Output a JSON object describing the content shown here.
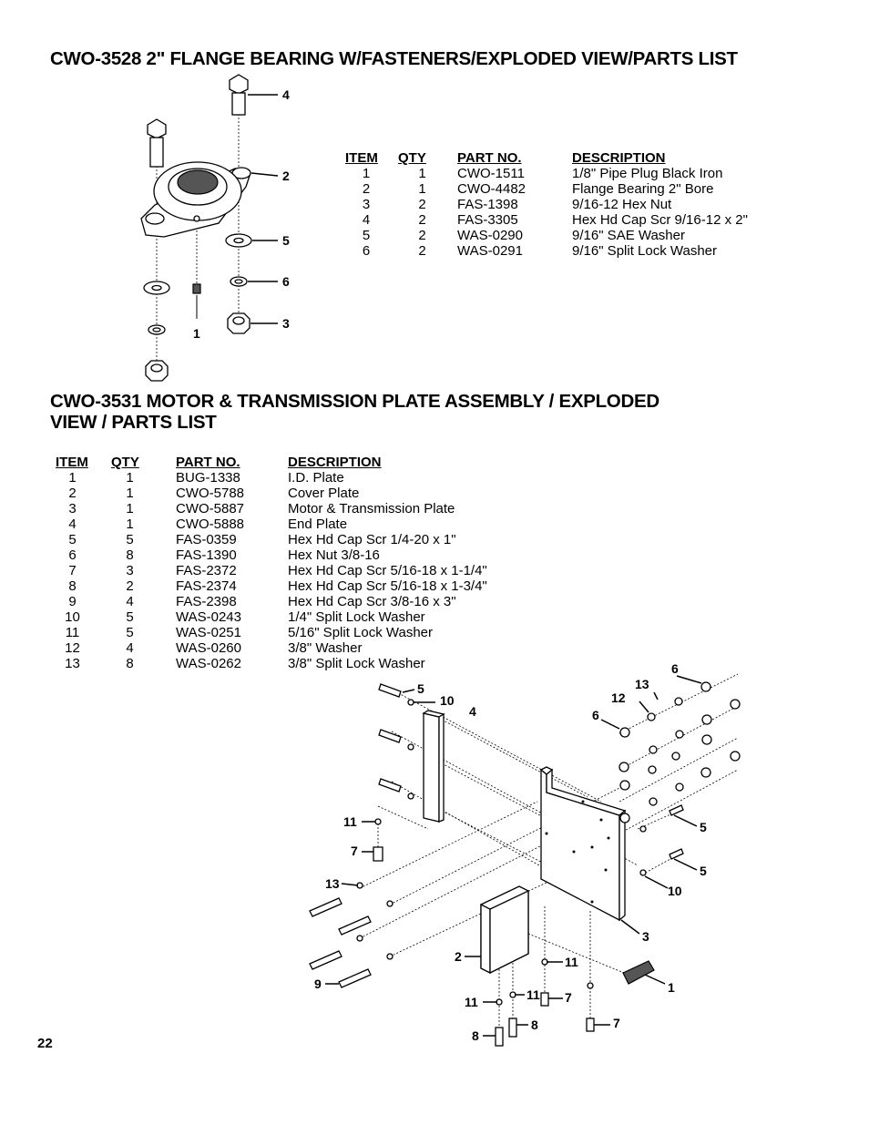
{
  "section1": {
    "title": "CWO-3528 2\" FLANGE BEARING W/FASTENERS/EXPLODED VIEW/PARTS LIST",
    "headers": [
      "ITEM",
      "QTY",
      "PART NO.",
      "DESCRIPTION"
    ],
    "rows": [
      [
        "1",
        "1",
        "CWO-1511",
        "1/8\" Pipe Plug Black Iron"
      ],
      [
        "2",
        "1",
        "CWO-4482",
        "Flange Bearing 2\" Bore"
      ],
      [
        "3",
        "2",
        "FAS-1398",
        "9/16-12 Hex Nut"
      ],
      [
        "4",
        "2",
        "FAS-3305",
        "Hex Hd Cap Scr 9/16-12 x 2\""
      ],
      [
        "5",
        "2",
        "WAS-0290",
        "9/16\" SAE Washer"
      ],
      [
        "6",
        "2",
        "WAS-0291",
        "9/16\" Split Lock Washer"
      ]
    ],
    "callouts": [
      "4",
      "2",
      "5",
      "6",
      "3",
      "1"
    ]
  },
  "section2": {
    "title_line1": "CWO-3531 MOTOR & TRANSMISSION PLATE ASSEMBLY / EXPLODED",
    "title_line2": "VIEW / PARTS LIST",
    "headers": [
      "ITEM",
      "QTY",
      "PART NO.",
      "DESCRIPTION"
    ],
    "rows": [
      [
        "1",
        "1",
        "BUG-1338",
        "I.D. Plate"
      ],
      [
        "2",
        "1",
        "CWO-5788",
        "Cover Plate"
      ],
      [
        "3",
        "1",
        "CWO-5887",
        "Motor & Transmission Plate"
      ],
      [
        "4",
        "1",
        "CWO-5888",
        "End Plate"
      ],
      [
        "5",
        "5",
        "FAS-0359",
        "Hex Hd Cap Scr 1/4-20 x 1\""
      ],
      [
        "6",
        "8",
        "FAS-1390",
        "Hex Nut 3/8-16"
      ],
      [
        "7",
        "3",
        "FAS-2372",
        "Hex Hd Cap Scr 5/16-18 x 1-1/4\""
      ],
      [
        "8",
        "2",
        "FAS-2374",
        "Hex Hd Cap Scr 5/16-18 x 1-3/4\""
      ],
      [
        "9",
        "4",
        "FAS-2398",
        "Hex Hd Cap Scr 3/8-16 x 3\""
      ],
      [
        "10",
        "5",
        "WAS-0243",
        "1/4\" Split Lock Washer"
      ],
      [
        "11",
        "5",
        "WAS-0251",
        "5/16\" Split Lock Washer"
      ],
      [
        "12",
        "4",
        "WAS-0260",
        "3/8\" Washer"
      ],
      [
        "13",
        "8",
        "WAS-0262",
        "3/8\" Split Lock Washer"
      ]
    ],
    "callouts": [
      "5",
      "10",
      "4",
      "13",
      "6",
      "12",
      "6",
      "11",
      "7",
      "13",
      "5",
      "5",
      "10",
      "3",
      "2",
      "11",
      "1",
      "9",
      "11",
      "11",
      "7",
      "8",
      "8",
      "7"
    ]
  },
  "page_number": "22"
}
